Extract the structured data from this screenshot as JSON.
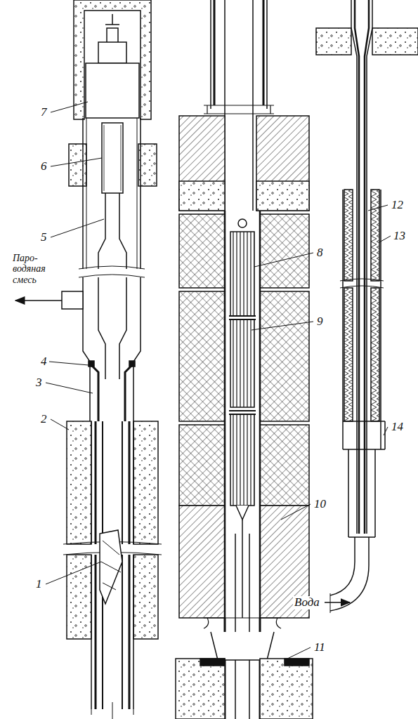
{
  "diagram": {
    "labels": [
      "7",
      "6",
      "5",
      "Паро- водяная смесь",
      "4",
      "3",
      "2",
      "1",
      "8",
      "9",
      "10",
      "11",
      "12",
      "13",
      "14",
      "Вода"
    ]
  }
}
